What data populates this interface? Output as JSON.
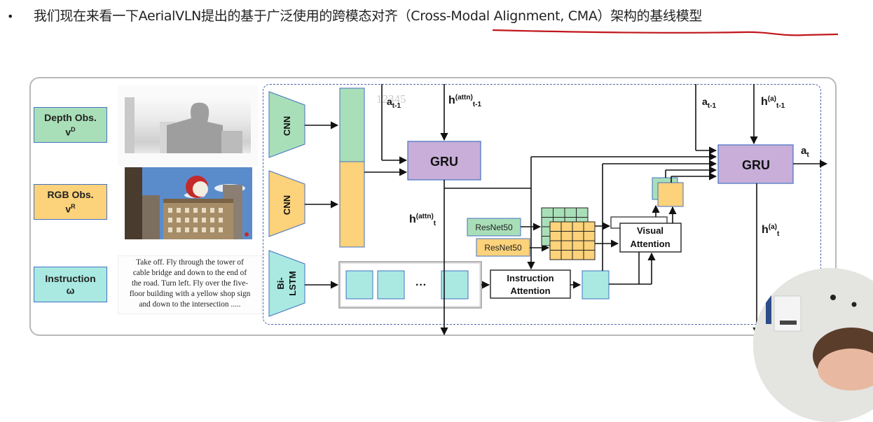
{
  "headline": {
    "bullet": "•",
    "text": "我们现在来看一下AerialVLN提出的基于广泛使用的跨模态对齐（Cross-Modal Alignment, CMA）架构的基线模型"
  },
  "annotation": {
    "underline_color": "#c0161b"
  },
  "inputs": [
    {
      "title": "Depth Obs.",
      "symbol": "v",
      "sup": "D",
      "color": "#a9dfb8"
    },
    {
      "title": "RGB Obs.",
      "symbol": "v",
      "sup": "R",
      "color": "#fcd27a"
    },
    {
      "title": "Instruction",
      "symbol": "ω",
      "sup": "",
      "color": "#a9e9e1"
    }
  ],
  "images": {
    "depth": "depth image",
    "rgb": "rgb image"
  },
  "instruction_text": [
    "Take off. Fly through the tower of",
    "cable bridge and down to the end of",
    "the road. Turn left. Fly over the five-",
    "floor building with a yellow shop sign",
    "and down to the intersection ....."
  ],
  "watermark": "12345",
  "modules": {
    "cnn_depth": "CNN",
    "cnn_rgb": "CNN",
    "bilstm_line1": "Bi-",
    "bilstm_line2": "LSTM",
    "gru1": "GRU",
    "gru2": "GRU",
    "resnet_depth": "ResNet50",
    "resnet_rgb": "ResNet50",
    "instruction_attention_l1": "Instruction",
    "instruction_attention_l2": "Attention",
    "visual_attention_l1": "Visual",
    "visual_attention_l2": "Attention",
    "ellipsis": "···"
  },
  "signals": {
    "a_prev_1": {
      "base": "a",
      "sub": "t-1"
    },
    "h_attn_prev": {
      "base": "h",
      "sup": "(attn)",
      "sub": "t-1"
    },
    "h_attn_t": {
      "base": "h",
      "sup": "(attn)",
      "sub": "t"
    },
    "a_prev_2": {
      "base": "a",
      "sub": "t-1"
    },
    "h_a_prev": {
      "base": "h",
      "sup": "(a)",
      "sub": "t-1"
    },
    "a_t": {
      "base": "a",
      "sub": "t"
    },
    "h_a_t": {
      "base": "h",
      "sup": "(a)",
      "sub": "t"
    }
  },
  "colors": {
    "depth": "#a9dfb8",
    "rgb": "#fcd27a",
    "instruction": "#a9e9e1",
    "gru": "#c8aed8",
    "box_border": "#4472c4",
    "dashed_border": "#4a64a8"
  }
}
